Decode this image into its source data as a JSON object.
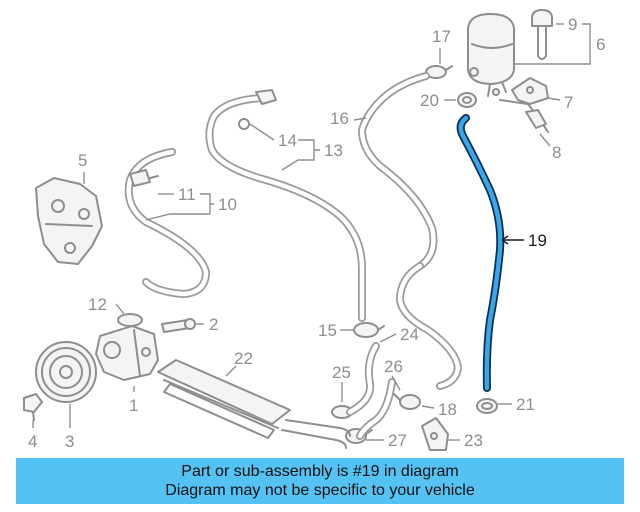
{
  "callouts": {
    "c1": "1",
    "c2": "2",
    "c3": "3",
    "c4": "4",
    "c5": "5",
    "c6": "6",
    "c7": "7",
    "c8": "8",
    "c9": "9",
    "c10": "10",
    "c11": "11",
    "c12": "12",
    "c13": "13",
    "c14": "14",
    "c15": "15",
    "c16": "16",
    "c17": "17",
    "c18": "18",
    "c19": "19",
    "c20": "20",
    "c21": "21",
    "c22": "22",
    "c23": "23",
    "c24": "24",
    "c25": "25",
    "c26": "26",
    "c27": "27"
  },
  "highlighted_part": "19",
  "colors": {
    "highlight_hose": "#3aa6e8",
    "highlight_outline": "#0c2d55",
    "banner": "#55c2f4",
    "line_art": "#8e8e8e"
  },
  "banner": {
    "line1": "Part or sub-assembly is #19 in diagram",
    "line2": "Diagram may not be specific to your vehicle"
  }
}
